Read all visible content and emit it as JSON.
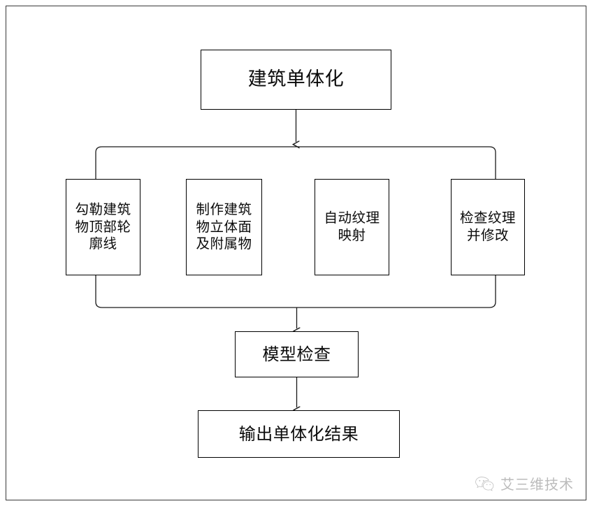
{
  "diagram": {
    "title": "建筑单体化",
    "type": "flowchart",
    "orientation": "top-down",
    "colors": {
      "node_border": "#000000",
      "node_fill": "#ffffff",
      "connector": "#1a1a1a",
      "frame_border": "#3a3a3a",
      "watermark_text": "#5f5f5f",
      "background": "#ffffff"
    },
    "nodes": {
      "root": {
        "label": "建筑单体化"
      },
      "step1": {
        "label": "勾勒建筑\n物顶部轮\n廓线"
      },
      "step2": {
        "label": "制作建筑\n物立体面\n及附属物"
      },
      "step3": {
        "label": "自动纹理\n映射"
      },
      "step4": {
        "label": "检查纹理\n并修改"
      },
      "check": {
        "label": "模型检查"
      },
      "output": {
        "label": "输出单体化结果"
      }
    },
    "edges": [
      {
        "from": "root",
        "to": "fan-out-bus",
        "arrow": true
      },
      {
        "from": "fan-out-bus",
        "to": "step1",
        "arrow": false
      },
      {
        "from": "fan-out-bus",
        "to": "step4",
        "arrow": false
      },
      {
        "from": "step1",
        "to": "fan-in-bus",
        "arrow": false
      },
      {
        "from": "step4",
        "to": "fan-in-bus",
        "arrow": false
      },
      {
        "from": "fan-in-bus",
        "to": "check",
        "arrow": true
      },
      {
        "from": "check",
        "to": "output",
        "arrow": true
      }
    ]
  },
  "watermark": {
    "text": "艾三维技术",
    "icon": "wechat-logo-icon"
  }
}
